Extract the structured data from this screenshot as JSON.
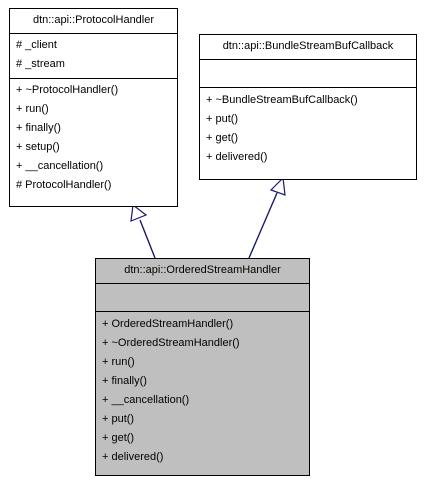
{
  "protocol_handler": {
    "name": "dtn::api::ProtocolHandler",
    "attributes": [
      "# _client",
      "# _stream"
    ],
    "operations": [
      "+ ~ProtocolHandler()",
      "+ run()",
      "+ finally()",
      "+ setup()",
      "+ __cancellation()",
      "# ProtocolHandler()"
    ]
  },
  "bundle_callback": {
    "name": "dtn::api::BundleStreamBufCallback",
    "attributes": [],
    "operations": [
      "+ ~BundleStreamBufCallback()",
      "+ put()",
      "+ get()",
      "+ delivered()"
    ]
  },
  "ordered_handler": {
    "name": "dtn::api::OrderedStreamHandler",
    "attributes": [],
    "operations": [
      "+ OrderedStreamHandler()",
      "+ ~OrderedStreamHandler()",
      "+ run()",
      "+ finally()",
      "+ __cancellation()",
      "+ put()",
      "+ get()",
      "+ delivered()"
    ]
  },
  "colors": {
    "highlight_fill": "#bfbfbf",
    "line": "#191970",
    "border": "#000000"
  }
}
